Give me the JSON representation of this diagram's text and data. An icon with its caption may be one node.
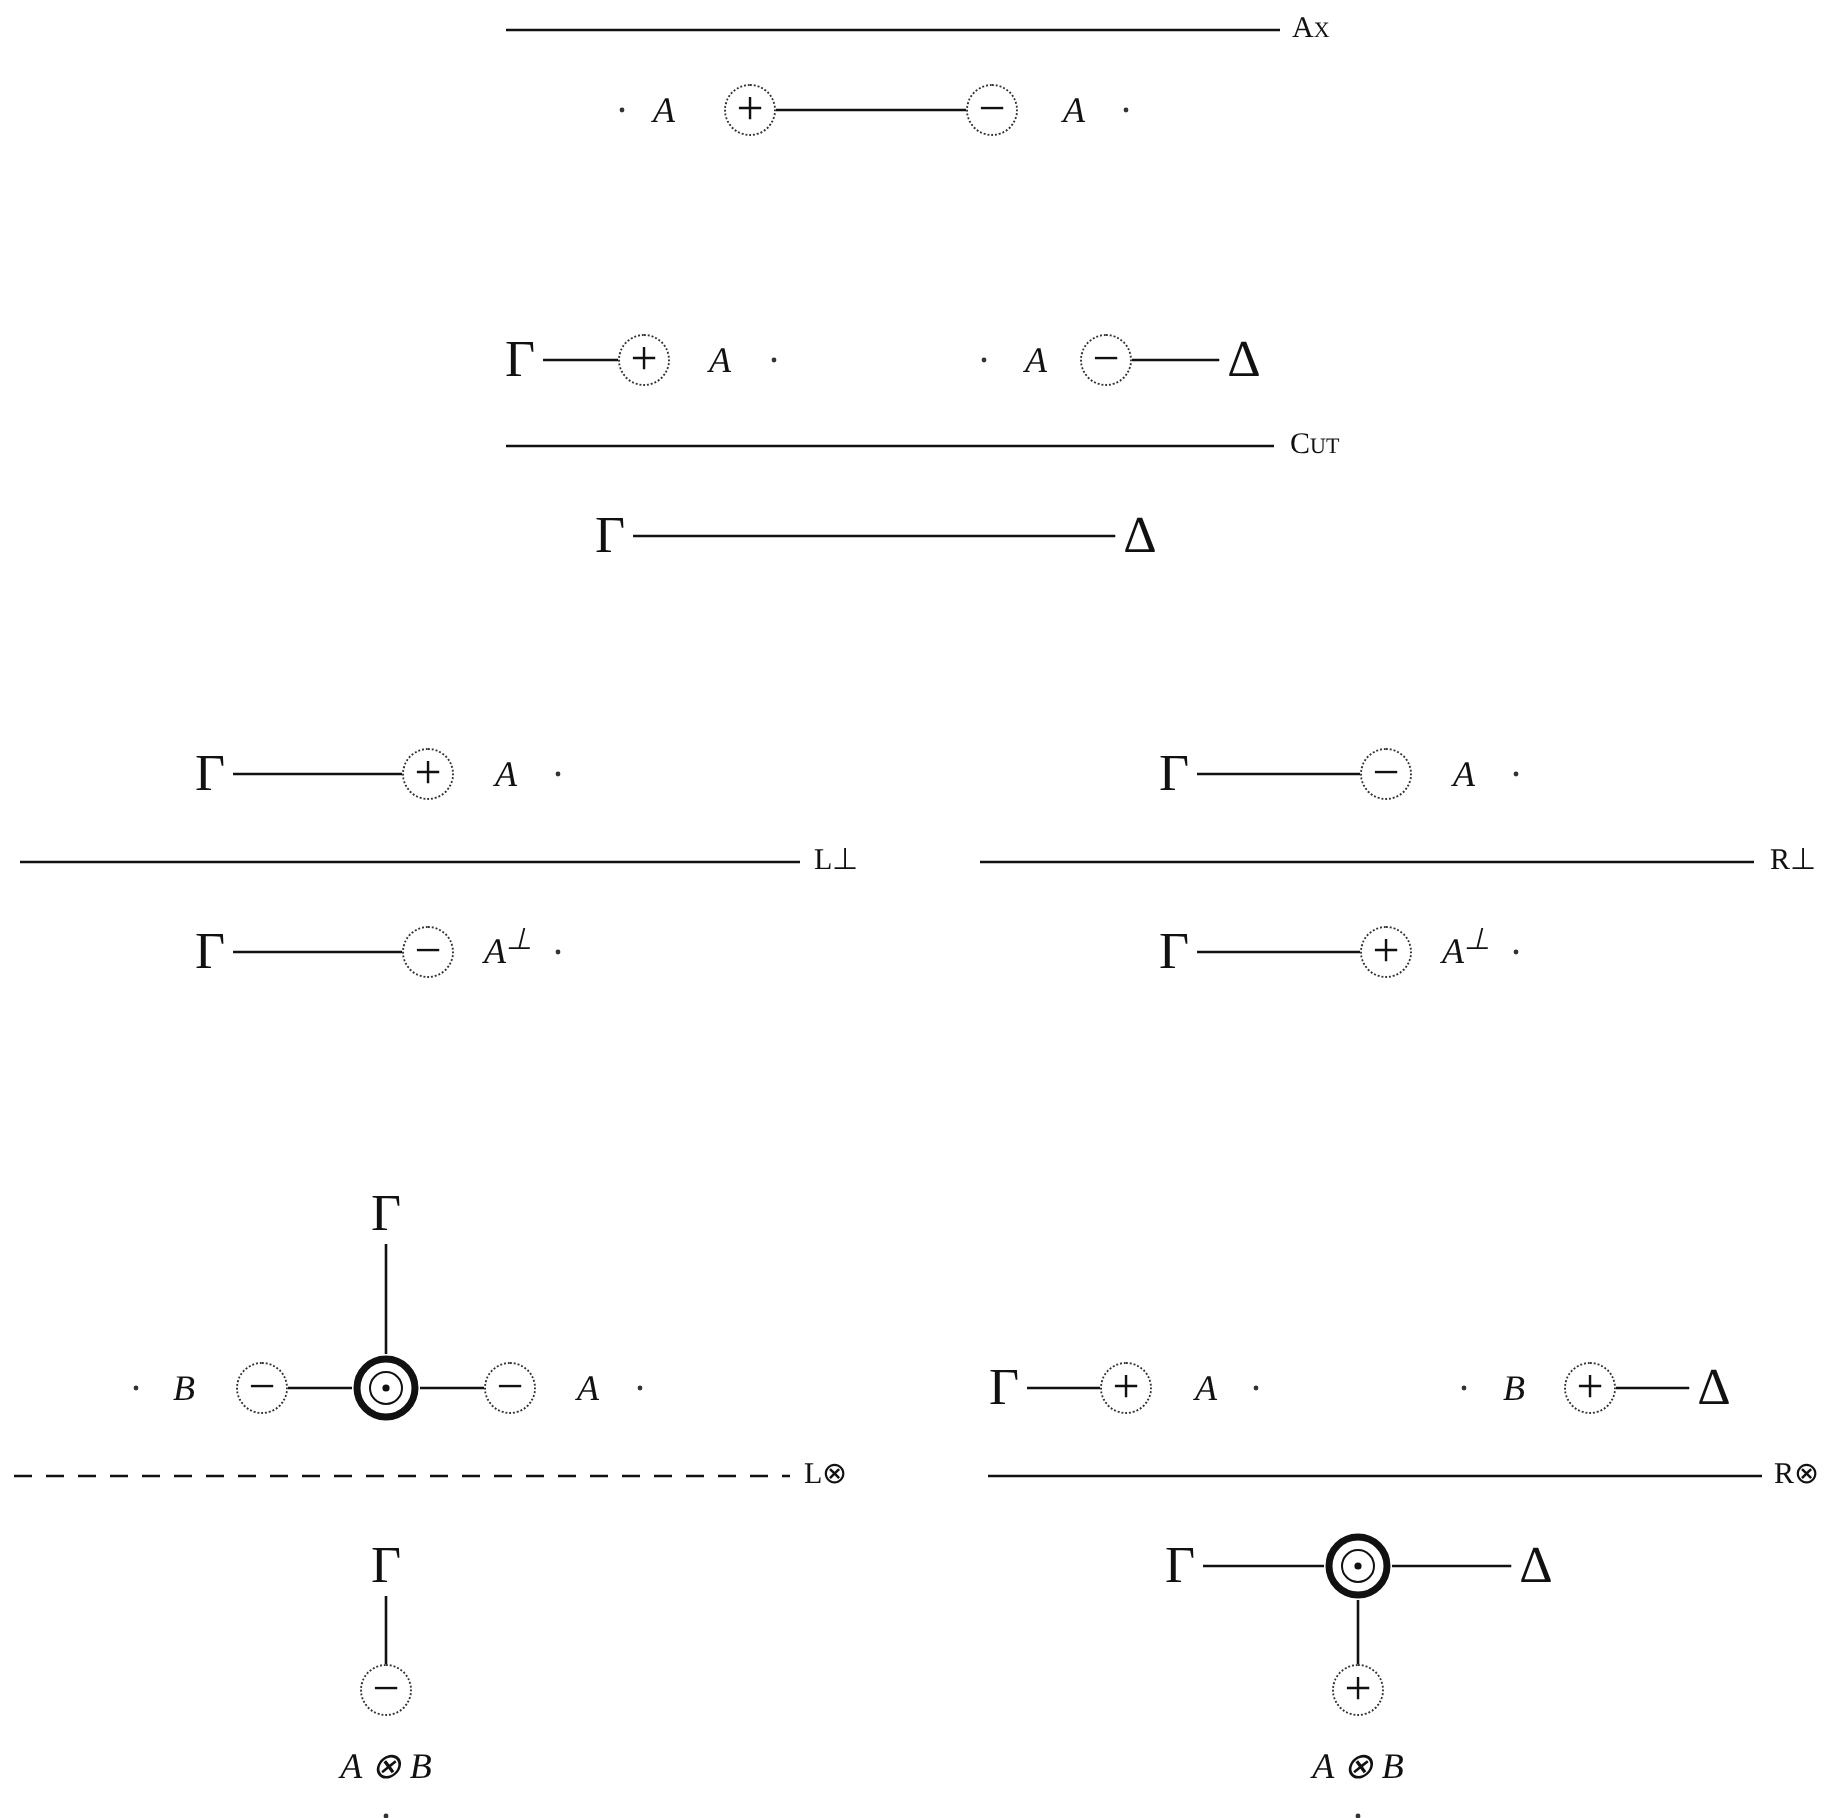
{
  "diagram": {
    "nodes": [
      {
        "text": [
          "+"
        ],
        "beside": [
          "A"
        ]
      },
      {
        "text": [
          "−"
        ],
        "beside": [
          "A"
        ]
      },
      {
        "text": [
          "Γ"
        ]
      },
      {
        "text": [
          "+"
        ],
        "beside": [
          "A"
        ]
      },
      {
        "text": [
          "−"
        ],
        "beside": [
          "A"
        ]
      },
      {
        "text": [
          "Δ"
        ]
      },
      {
        "text": [
          "Γ"
        ]
      },
      {
        "text": [
          "Δ"
        ]
      },
      {
        "text": [
          "Γ"
        ]
      },
      {
        "text": [
          "+"
        ],
        "beside": [
          "A"
        ]
      },
      {
        "text": [
          "Γ"
        ]
      },
      {
        "text": [
          "−"
        ],
        "beside": [
          "A$^{⊥}$"
        ]
      },
      {
        "text": [
          "Γ"
        ]
      },
      {
        "text": [
          "−"
        ],
        "beside": [
          "A"
        ]
      },
      {
        "text": [
          "Γ"
        ]
      },
      {
        "text": [
          "+"
        ],
        "beside": [
          "A$^{⊥}$"
        ]
      },
      {
        "text": [
          "Γ"
        ]
      },
      {
        "text": [
          "−"
        ],
        "beside": [
          "B"
        ]
      },
      {
        "text": [],
        "shape": "circle"
      },
      {
        "text": [
          "−"
        ],
        "beside": [
          "A"
        ]
      },
      {
        "text": [
          "Γ"
        ]
      },
      {
        "text": [
          "−"
        ],
        "beside": [
          "A ⊗ B"
        ]
      },
      {
        "text": [
          "Γ"
        ]
      },
      {
        "text": [
          "+"
        ],
        "beside": [
          "A"
        ]
      },
      {
        "text": [
          "+"
        ],
        "beside": [
          "B"
        ]
      },
      {
        "text": [
          "Δ"
        ]
      },
      {
        "text": [
          "Γ"
        ]
      },
      {
        "text": [],
        "shape": "circle"
      },
      {
        "text": [
          "Δ"
        ]
      },
      {
        "text": [
          "+"
        ],
        "beside": [
          "A ⊗ B"
        ]
      }
    ],
    "edges": [
      {
        "from": 0,
        "to": 1,
        "arrow": "none"
      },
      {
        "from": 2,
        "to": 3,
        "arrow": "none"
      },
      {
        "from": 4,
        "to": 5,
        "arrow": "none"
      },
      {
        "from": 6,
        "to": 7,
        "arrow": "none"
      },
      {
        "from": 8,
        "to": 9,
        "arrow": "none"
      },
      {
        "from": 10,
        "to": 11,
        "arrow": "none"
      },
      {
        "from": 12,
        "to": 13,
        "arrow": "none"
      },
      {
        "from": 14,
        "to": 15,
        "arrow": "none"
      },
      {
        "from": 16,
        "to": 18,
        "arrow": "none"
      },
      {
        "from": 17,
        "to": 18,
        "arrow": "none"
      },
      {
        "from": 18,
        "to": 19,
        "arrow": "none"
      },
      {
        "from": 20,
        "to": 21,
        "arrow": "none"
      },
      {
        "from": 22,
        "to": 23,
        "arrow": "none"
      },
      {
        "from": 24,
        "to": 25,
        "arrow": "none"
      },
      {
        "from": 26,
        "to": 27,
        "arrow": "none"
      },
      {
        "from": 27,
        "to": 28,
        "arrow": "none"
      },
      {
        "from": 27,
        "to": 29,
        "arrow": "none"
      }
    ],
    "labels": [
      "Ax",
      "Cut",
      "L⊥",
      "R⊥",
      "L⊗",
      "R⊗"
    ]
  }
}
